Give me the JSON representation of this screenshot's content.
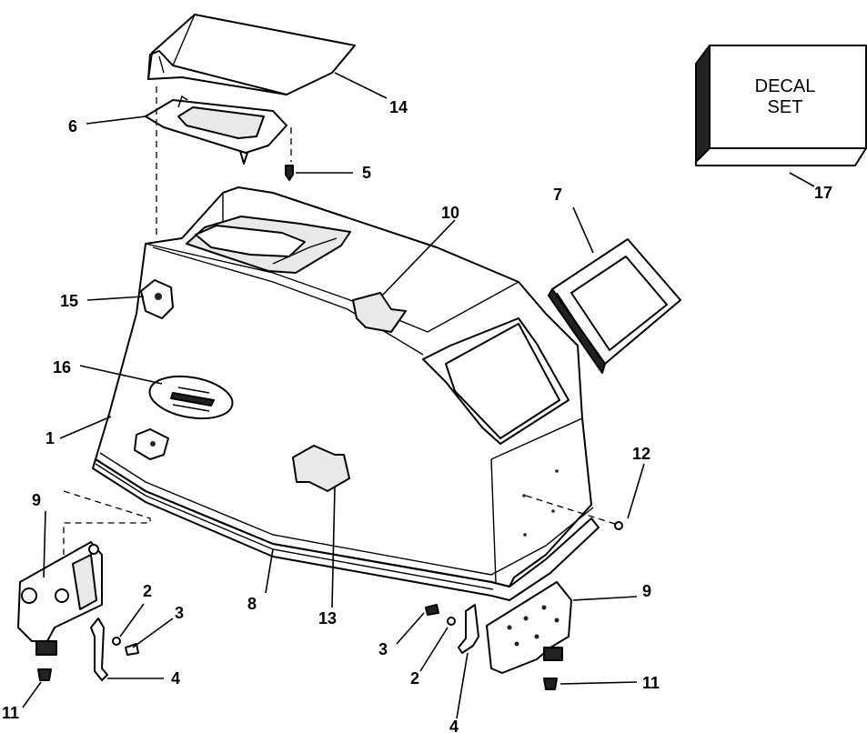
{
  "decal_box": {
    "line1": "DECAL",
    "line2": "SET"
  },
  "callouts": {
    "c1": "1",
    "c2a": "2",
    "c2b": "2",
    "c3a": "3",
    "c3b": "3",
    "c4a": "4",
    "c4b": "4",
    "c5": "5",
    "c6": "6",
    "c7": "7",
    "c8": "8",
    "c9a": "9",
    "c9b": "9",
    "c10": "10",
    "c11a": "11",
    "c11b": "11",
    "c12": "12",
    "c13": "13",
    "c14": "14",
    "c15": "15",
    "c16": "16",
    "c17": "17"
  }
}
